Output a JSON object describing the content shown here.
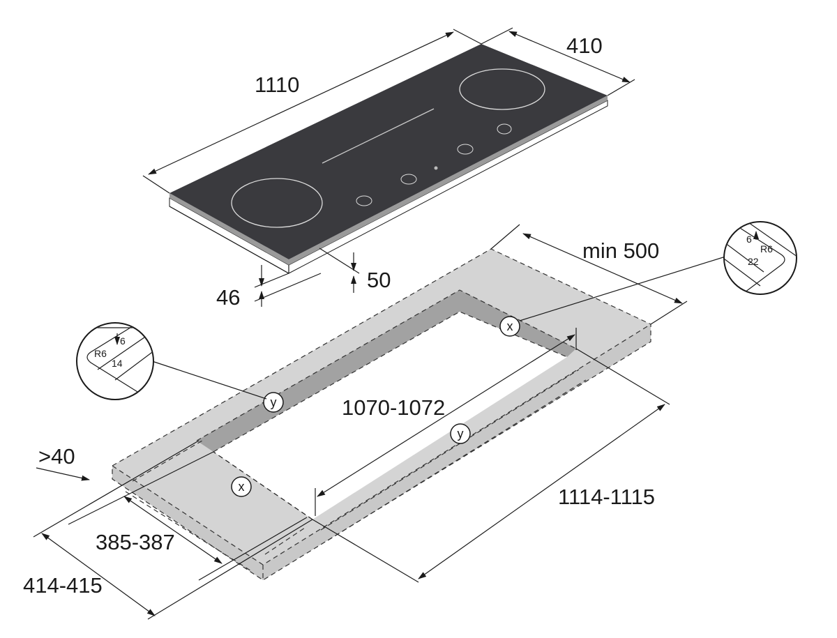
{
  "hob": {
    "width_label": "1110",
    "depth_label": "410",
    "height_label_a": "46",
    "height_label_b": "50",
    "glass_color": "#3a3a3e"
  },
  "cutout": {
    "min_depth_label": "min 500",
    "inner_length_label": "1070-1072",
    "outer_length_label": "1114-1115",
    "edge_label": ">40",
    "inner_depth_label": "385-387",
    "outer_depth_label": "414-415",
    "counter_color": "#d4d4d4",
    "markers": [
      "x",
      "y",
      "y",
      "x"
    ]
  },
  "detail_x": {
    "depth": "6",
    "radius": "R6",
    "width": "22"
  },
  "detail_y": {
    "depth": "6",
    "radius": "R6",
    "width": "14"
  }
}
